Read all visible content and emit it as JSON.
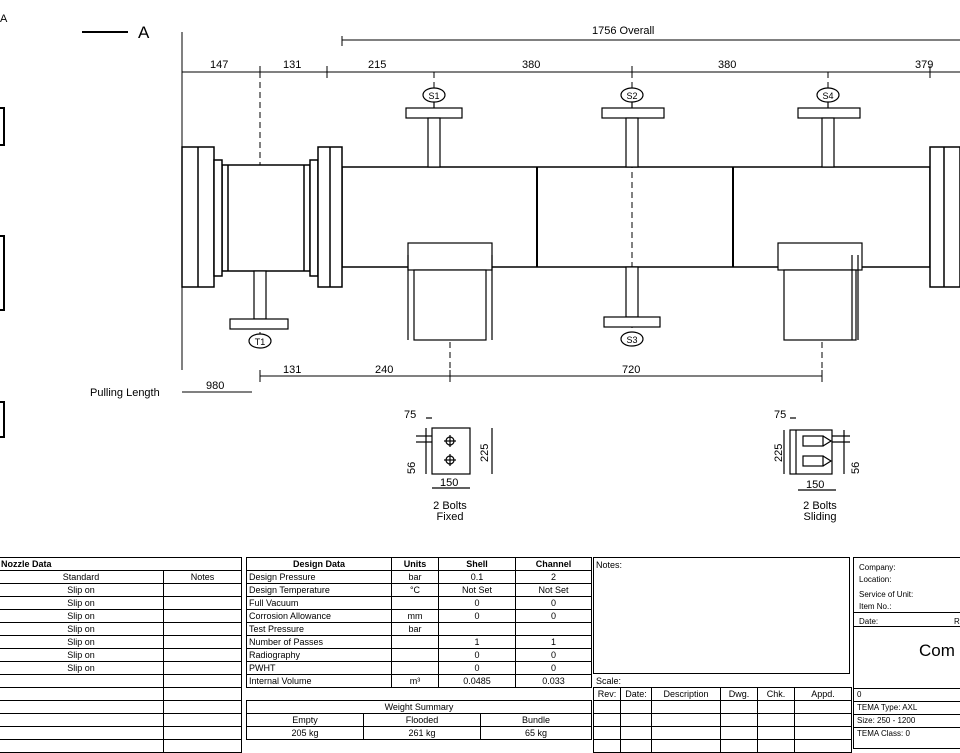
{
  "view_label": "A",
  "corner_label": "A",
  "dims": {
    "overall": "1756 Overall",
    "top_segments": [
      "147",
      "131",
      "215",
      "380",
      "380",
      "379"
    ],
    "bottom_131": "131",
    "bottom_240": "240",
    "bottom_720": "720",
    "pulling_length_label": "Pulling Length",
    "pulling_length_value": "980"
  },
  "nozzles": {
    "s1": "S1",
    "s2": "S2",
    "s4": "S4",
    "t1": "T1",
    "s3": "S3"
  },
  "supports": {
    "fixed": {
      "w75": "75",
      "h225": "225",
      "d56": "56",
      "w150": "150",
      "bolts": "2  Bolts",
      "type": "Fixed"
    },
    "sliding": {
      "w75": "75",
      "h225": "225",
      "d56": "56",
      "w150": "150",
      "bolts": "2  Bolts",
      "type": "Sliding"
    }
  },
  "nozzle_table": {
    "title": "Nozzle Data",
    "headers": [
      "Standard",
      "Notes"
    ],
    "rows": [
      "Slip on",
      "Slip on",
      "Slip on",
      "Slip on",
      "Slip on",
      "Slip on",
      "Slip on"
    ]
  },
  "design_table": {
    "headers": [
      "Design Data",
      "Units",
      "Shell",
      "Channel"
    ],
    "rows": [
      [
        "Design Pressure",
        "bar",
        "0.1",
        "2"
      ],
      [
        "Design Temperature",
        "°C",
        "Not Set",
        "Not Set"
      ],
      [
        "Full Vacuum",
        "",
        "0",
        "0"
      ],
      [
        "Corrosion Allowance",
        "mm",
        "0",
        "0"
      ],
      [
        "Test Pressure",
        "bar",
        "",
        ""
      ],
      [
        "Number of Passes",
        "",
        "1",
        "1"
      ],
      [
        "Radiography",
        "",
        "0",
        "0"
      ],
      [
        "PWHT",
        "",
        "0",
        "0"
      ],
      [
        "Internal Volume",
        "m³",
        "0.0485",
        "0.033"
      ]
    ]
  },
  "weight_summary": {
    "title": "Weight Summary",
    "headers": [
      "Empty",
      "Flooded",
      "Bundle"
    ],
    "values": [
      "205 kg",
      "261 kg",
      "65 kg"
    ]
  },
  "notes_label": "Notes:",
  "scale_label": "Scale:",
  "revision_headers": [
    "Rev:",
    "Date:",
    "Description",
    "Dwg.",
    "Chk.",
    "Appd."
  ],
  "company_box": {
    "company": "Company:",
    "location": "Location:",
    "service": "Service of Unit:",
    "item_no": "Item No.:",
    "date": "Date:",
    "rev_partial": "Re",
    "company_name": "Com",
    "rev_value": "0",
    "tema_type": "TEMA Type: AXL",
    "size": "Size: 250 - 1200",
    "tema_class": "TEMA Class: 0"
  }
}
